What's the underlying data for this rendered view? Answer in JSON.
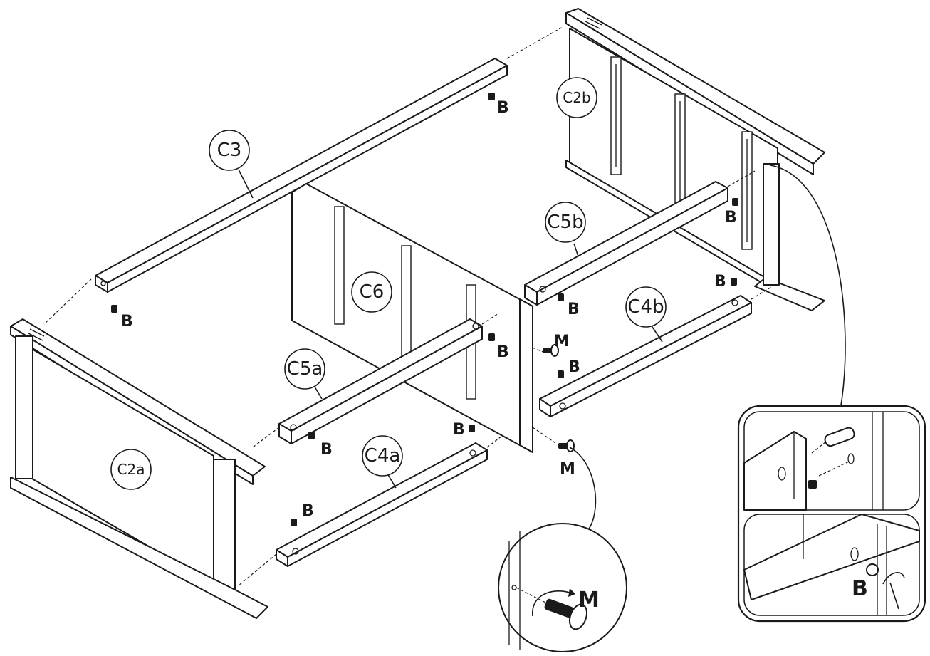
{
  "parts": {
    "c3": "C3",
    "c2b": "C2b",
    "c2a": "C2a",
    "c6": "C6",
    "c5a": "C5a",
    "c5b": "C5b",
    "c4a": "C4a",
    "c4b": "C4b"
  },
  "hardware": {
    "cam_bolt": "B",
    "screw": "M"
  }
}
